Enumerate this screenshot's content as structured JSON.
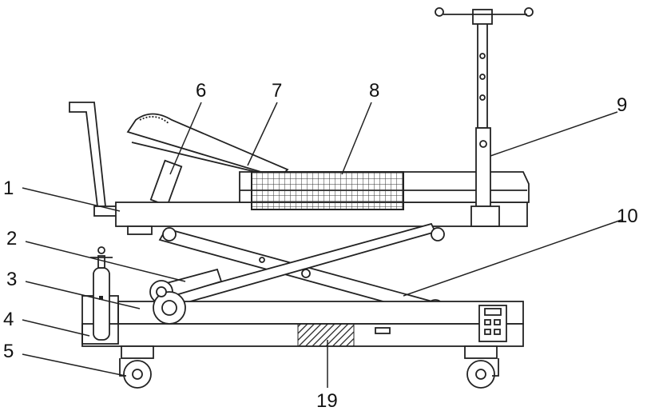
{
  "figure": {
    "labels": [
      {
        "id": "label-1",
        "text": "1"
      },
      {
        "id": "label-2",
        "text": "2"
      },
      {
        "id": "label-3",
        "text": "3"
      },
      {
        "id": "label-4",
        "text": "4"
      },
      {
        "id": "label-5",
        "text": "5"
      },
      {
        "id": "label-6",
        "text": "6"
      },
      {
        "id": "label-7",
        "text": "7"
      },
      {
        "id": "label-8",
        "text": "8"
      },
      {
        "id": "label-9",
        "text": "9"
      },
      {
        "id": "label-10",
        "text": "10"
      },
      {
        "id": "label-19",
        "text": "19"
      }
    ]
  }
}
